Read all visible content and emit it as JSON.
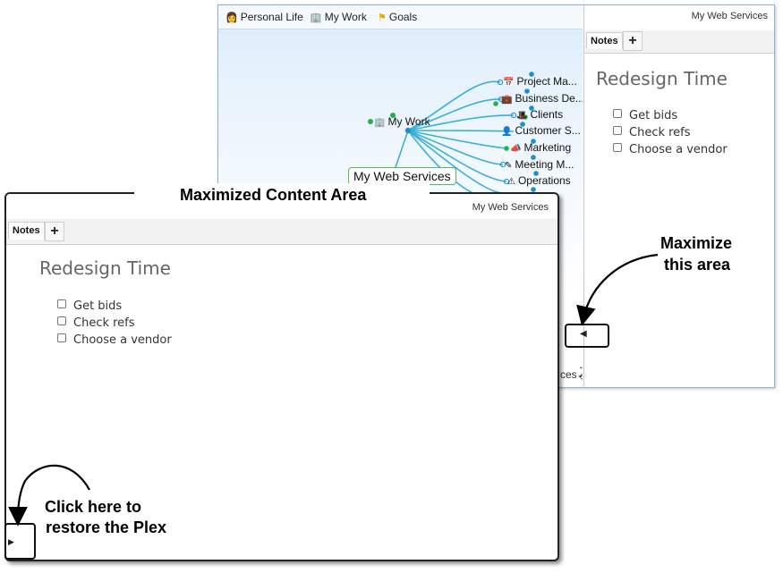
{
  "back_window": {
    "pins": [
      {
        "label": "Personal Life",
        "icon": "person-icon"
      },
      {
        "label": "My Work",
        "icon": "office-icon"
      },
      {
        "label": "Goals",
        "icon": "flag-icon"
      }
    ],
    "plex": {
      "parent_node": "My Work",
      "active_thought": "My Web Services",
      "children": [
        {
          "label": "Project Ma...",
          "icon": "calendar-icon"
        },
        {
          "label": "Business De...",
          "icon": "briefcase-icon"
        },
        {
          "label": "Clients",
          "icon": "hat-icon"
        },
        {
          "label": "Customer S...",
          "icon": "person-icon"
        },
        {
          "label": "Marketing",
          "icon": "megaphone-icon"
        },
        {
          "label": "Meeting M...",
          "icon": "pencil-icon"
        },
        {
          "label": "Operations",
          "icon": "network-icon"
        }
      ],
      "partial_text": "ces"
    },
    "content": {
      "title": "My Web Services",
      "tab_label": "Notes",
      "add_tab": "+",
      "note_title": "Redesign Time",
      "checklist": [
        "Get bids",
        "Check refs",
        "Choose a vendor"
      ]
    }
  },
  "front_window": {
    "title": "My Web Services",
    "tab_label": "Notes",
    "add_tab": "+",
    "note_title": "Redesign Time",
    "checklist": [
      "Get bids",
      "Check refs",
      "Choose a vendor"
    ]
  },
  "callouts": {
    "maximized_area": "Maximized Content Area",
    "maximize_line1": "Maximize",
    "maximize_line2": "this area",
    "restore_line1": "Click here to",
    "restore_line2": "restore the Plex"
  },
  "colors": {
    "link_line": "#3ab0d8",
    "node_blue": "#1a8fd0",
    "node_green": "#22b14c",
    "active_border": "#5cb85c"
  }
}
